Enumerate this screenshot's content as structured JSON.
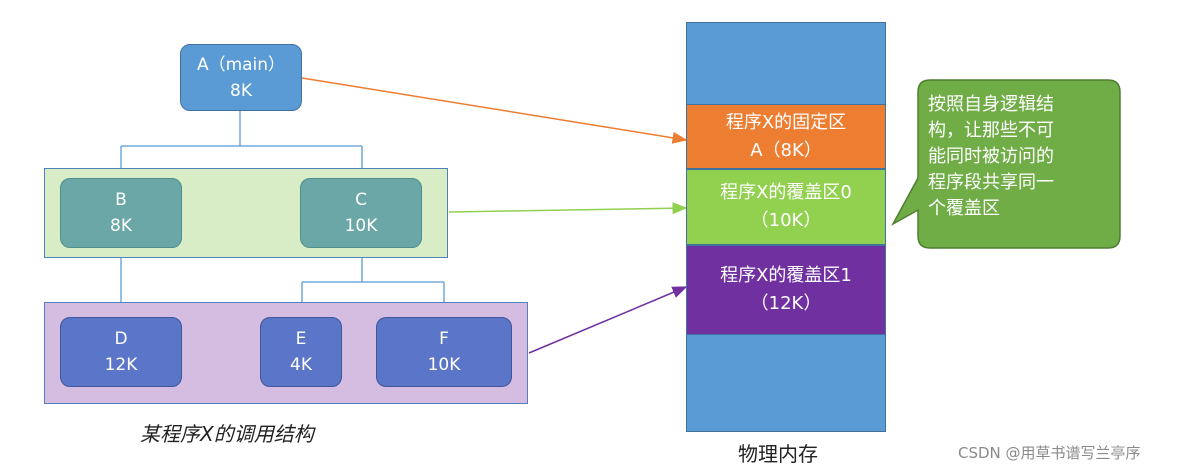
{
  "nodes": {
    "a": {
      "name": "A（main）",
      "size": "8K"
    },
    "b": {
      "name": "B",
      "size": "8K"
    },
    "c": {
      "name": "C",
      "size": "10K"
    },
    "d": {
      "name": "D",
      "size": "12K"
    },
    "e": {
      "name": "E",
      "size": "4K"
    },
    "f": {
      "name": "F",
      "size": "10K"
    }
  },
  "caption_left": "某程序X的调用结构",
  "memory": {
    "label": "物理内存",
    "fixed": {
      "line1": "程序X的固定区",
      "line2": "A（8K）"
    },
    "overlay0": {
      "line1": "程序X的覆盖区0",
      "line2": "（10K）"
    },
    "overlay1": {
      "line1": "程序X的覆盖区1",
      "line2": "（12K）"
    }
  },
  "callout": {
    "lines": [
      "按照自身逻辑结",
      "构，让那些不可",
      "能同时被访问的",
      "程序段共享同一",
      "个覆盖区"
    ]
  },
  "watermark": "CSDN @用草书谱写兰亭序",
  "colors": {
    "memory_blue": "#5b9bd5",
    "fixed_orange": "#ed7d31",
    "overlay0_green": "#92d050",
    "overlay1_purple": "#7030a0",
    "callout_green": "#70ad47",
    "arrow_orange": "#ed7d31",
    "arrow_green": "#92d050",
    "arrow_purple": "#7030a0"
  }
}
